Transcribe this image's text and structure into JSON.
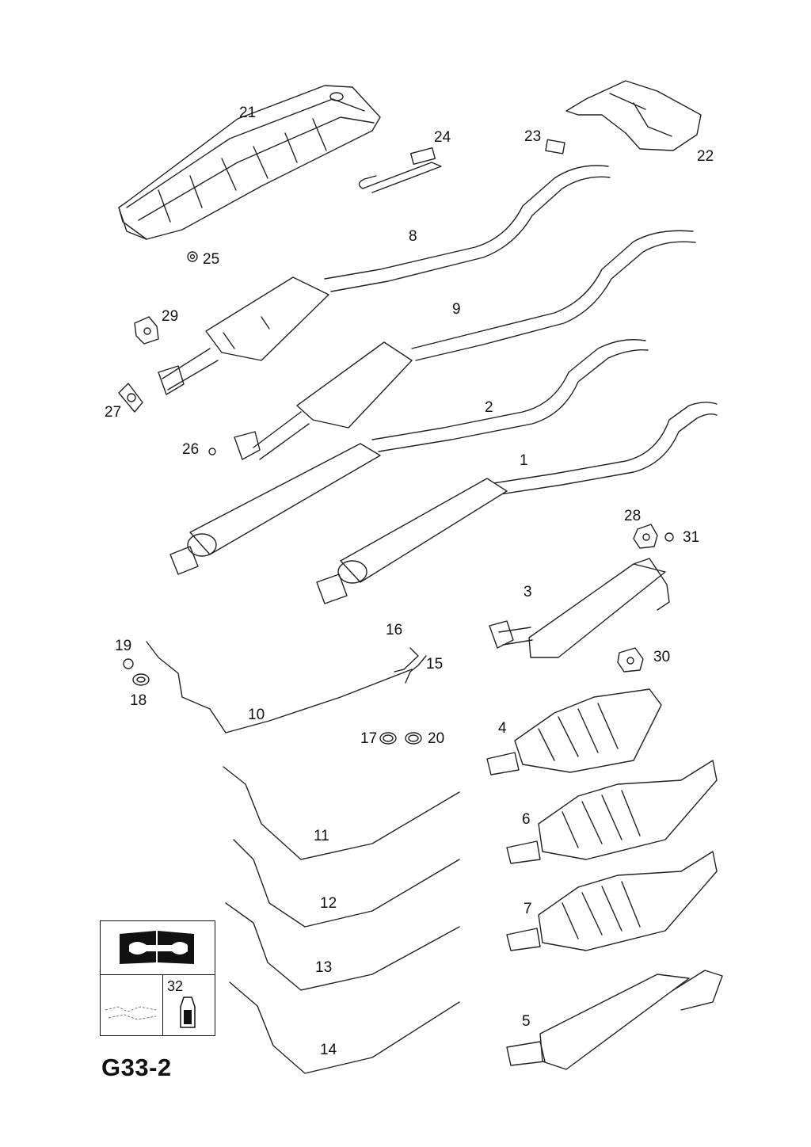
{
  "diagram": {
    "code": "G33-2",
    "legend": {
      "part_number": "32"
    },
    "labels": [
      "21",
      "24",
      "23",
      "22",
      "25",
      "8",
      "29",
      "9",
      "27",
      "2",
      "26",
      "1",
      "28",
      "31",
      "3",
      "19",
      "16",
      "15",
      "30",
      "18",
      "10",
      "17",
      "20",
      "4",
      "11",
      "6",
      "12",
      "7",
      "13",
      "5",
      "14"
    ]
  }
}
